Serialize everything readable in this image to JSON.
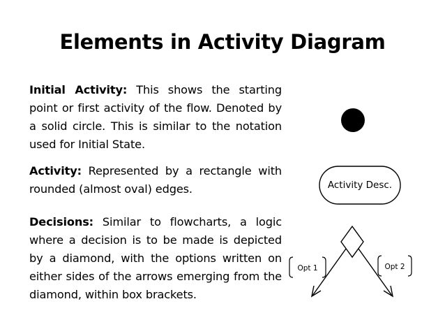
{
  "slide": {
    "title": "Elements in Activity Diagram",
    "sections": [
      {
        "term": "Initial Activity:",
        "description": "This shows the starting point or first activity of the flow. Denoted by a solid circle. This is similar to the notation used for Initial State."
      },
      {
        "term": "Activity:",
        "description": "Represented by a rectangle with rounded (almost oval) edges."
      },
      {
        "term": "Decisions:",
        "description": "Similar to flowcharts, a logic where a decision is to be made is depicted by a diamond, with the options written on either sides of the arrows emerging from the diamond, within box brackets."
      }
    ],
    "figures": {
      "activity_label": "Activity Desc.",
      "option_left": "Opt 1",
      "option_right": "Opt 2",
      "initial_fill": "#000000"
    }
  }
}
